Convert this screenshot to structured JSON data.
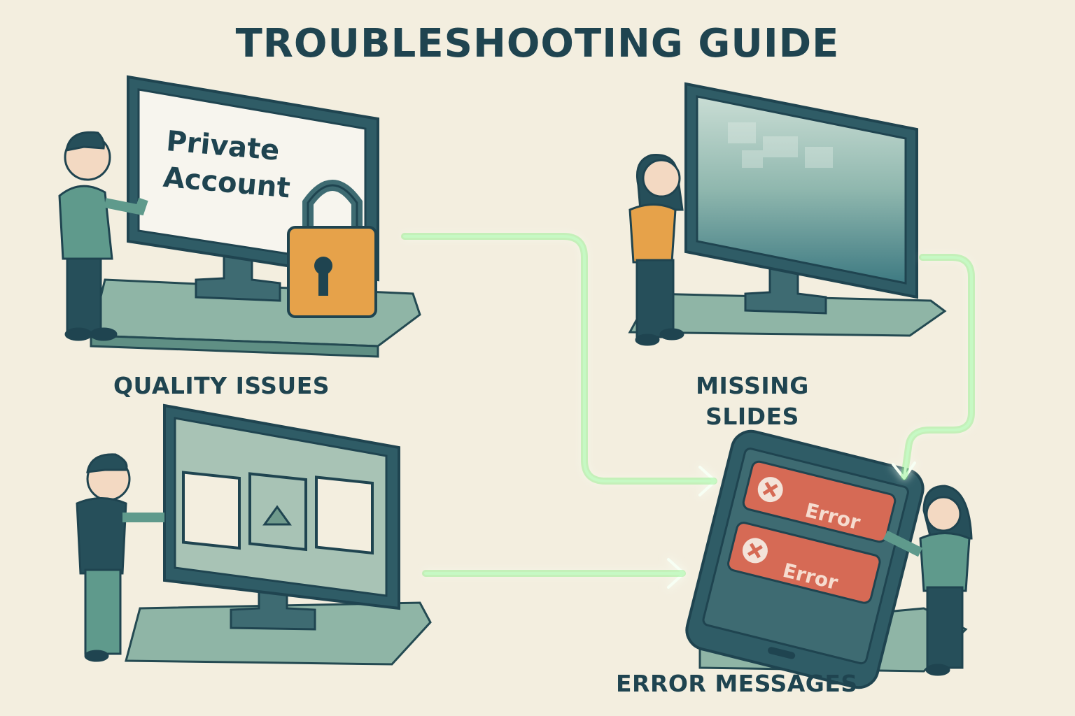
{
  "title": "TROUBLESHOOTING GUIDE",
  "panels": {
    "private_account": {
      "screen_line1": "Private",
      "screen_line2": "Account",
      "caption": "QUALITY ISSUES"
    },
    "missing_slides": {
      "caption_line1": "MISSING",
      "caption_line2": "SLIDES"
    },
    "slides_monitor": {},
    "error_messages": {
      "error_1": "Error",
      "error_2": "Error",
      "caption": "ERROR MESSAGES"
    }
  },
  "colors": {
    "background": "#f3eedf",
    "ink": "#1f4450",
    "teal": "#5f9a8c",
    "lock": "#e6a24a",
    "error": "#d66a55",
    "arrow_glow": "#6bef6b"
  },
  "icons": [
    "padlock-icon",
    "error-x-icon",
    "play-triangle-icon",
    "arrow-connector"
  ]
}
